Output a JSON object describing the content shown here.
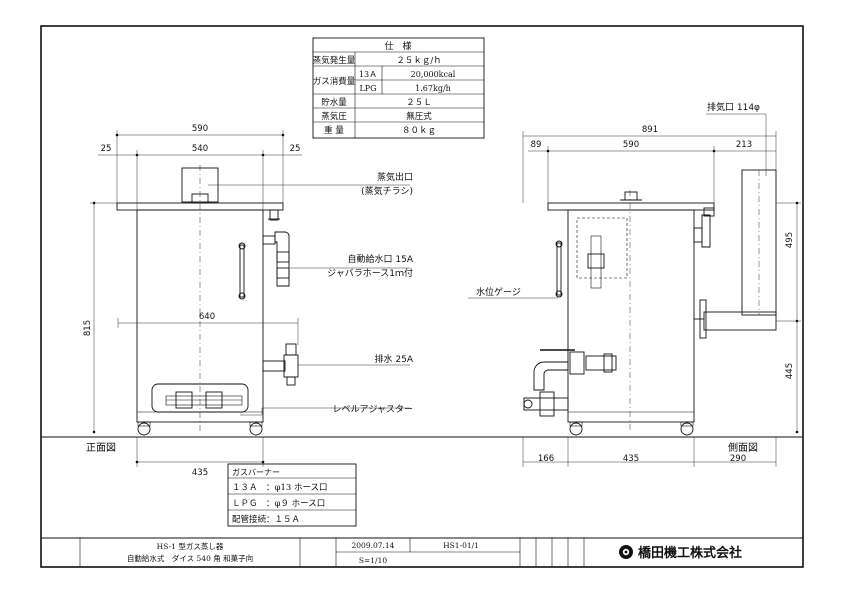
{
  "spec_table": {
    "title": "仕　様",
    "rows": [
      {
        "label": "蒸気発生量",
        "value": "２５ｋｇ/ｈ"
      },
      {
        "label": "ガス消費量",
        "sub1": "13Ａ",
        "val1": "20,000kcal",
        "sub2": "LPG",
        "val2": "1.67kg/h"
      },
      {
        "label": "貯水量",
        "value": "２５Ｌ"
      },
      {
        "label": "蒸気圧",
        "value": "無圧式"
      },
      {
        "label": "重 量",
        "value": "８０ｋｇ"
      }
    ]
  },
  "front_view": {
    "label": "正面図",
    "dims": {
      "overall_width": "590",
      "left_margin": "25",
      "inner_width": "540",
      "right_margin": "25",
      "height": "815",
      "depth": "640",
      "base_width": "435"
    },
    "callouts": {
      "steam_outlet_1": "蒸気出口",
      "steam_outlet_2": "(蒸気チラシ)",
      "auto_inlet_1": "自動給水口 15A",
      "auto_inlet_2": "ジャバラホース1ｍ付",
      "drain": "排水 25A",
      "leveler": "レベルアジャスター"
    }
  },
  "side_view": {
    "label": "側面図",
    "dims": {
      "overall": "891",
      "left": "89",
      "body": "590",
      "right": "213",
      "upper_height": "495",
      "lower_height": "445",
      "base_left": "166",
      "base_mid": "435",
      "base_right": "290"
    },
    "callouts": {
      "exhaust": "排気口 114φ",
      "water_gauge": "水位ゲージ"
    }
  },
  "gas_box": {
    "title": "ガスバーナー",
    "lines": [
      "１３Ａ　：φ13 ホース口",
      "ＬＰＧ　：φ９ ホース口",
      "配管接続：１５Ａ"
    ]
  },
  "title_block": {
    "product_line1": "HS-1 型ガス蒸し器",
    "product_line2": "自動給水式　ダイス 540 角 和菓子向",
    "date": "2009.07.14",
    "drawing_no": "HS1-01/1",
    "scale": "S=1/10",
    "company": "橋田機工株式会社"
  }
}
